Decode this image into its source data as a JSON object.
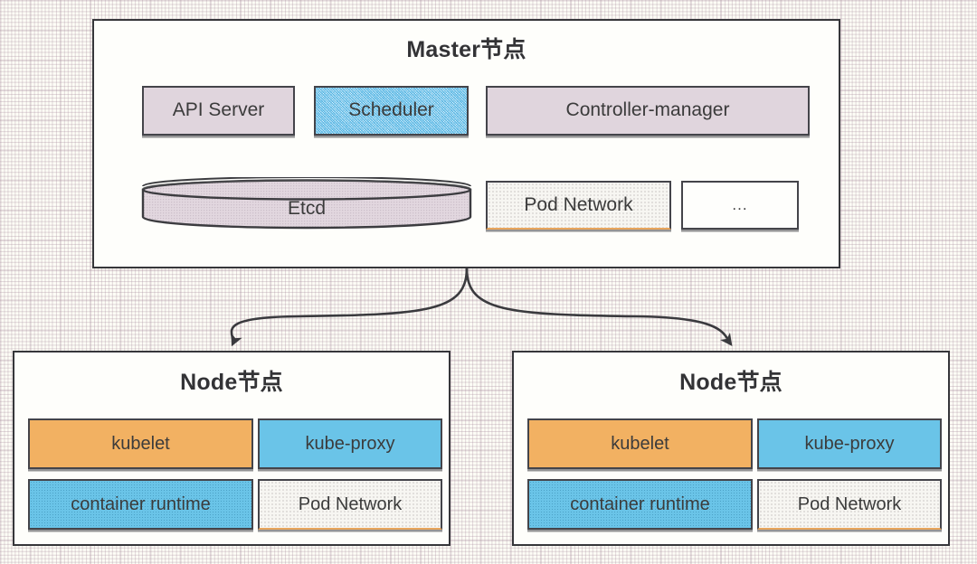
{
  "diagram": {
    "type": "kubernetes-cluster-architecture",
    "background_color": "#fdfdf6",
    "grid": "dotted"
  },
  "master": {
    "title": "Master节点",
    "components_row1": [
      {
        "label": "API Server",
        "fill": "#e0d5dd",
        "style": "mauve"
      },
      {
        "label": "Scheduler",
        "fill": "#dff1fb",
        "style": "dither-blue"
      },
      {
        "label": "Controller-manager",
        "fill": "#e0d5dd",
        "style": "mauve"
      }
    ],
    "components_row2": [
      {
        "label": "Etcd",
        "fill": "#e0d5dd",
        "style": "cylinder"
      },
      {
        "label": "Pod Network",
        "fill": "#f7f6f2",
        "style": "dotted-white"
      },
      {
        "label": "...",
        "fill": "#fefefc",
        "style": "white"
      }
    ]
  },
  "nodes": [
    {
      "title": "Node节点",
      "components": [
        {
          "label": "kubelet",
          "fill": "#f2b162",
          "style": "orange"
        },
        {
          "label": "kube-proxy",
          "fill": "#6ac4e8",
          "style": "blue"
        },
        {
          "label": "container runtime",
          "fill": "#6ac4e8",
          "style": "dither-solid-blue"
        },
        {
          "label": "Pod Network",
          "fill": "#f7f6f2",
          "style": "dotted-white"
        }
      ]
    },
    {
      "title": "Node节点",
      "components": [
        {
          "label": "kubelet",
          "fill": "#f2b162",
          "style": "orange"
        },
        {
          "label": "kube-proxy",
          "fill": "#6ac4e8",
          "style": "blue"
        },
        {
          "label": "container runtime",
          "fill": "#6ac4e8",
          "style": "dither-solid-blue"
        },
        {
          "label": "Pod Network",
          "fill": "#f7f6f2",
          "style": "dotted-white"
        }
      ]
    }
  ],
  "connectors": {
    "kind": "curved-split-arrows",
    "from": "master-bottom-center",
    "to": [
      "node-left-top",
      "node-right-top"
    ],
    "stroke": "#3a3a3e"
  }
}
